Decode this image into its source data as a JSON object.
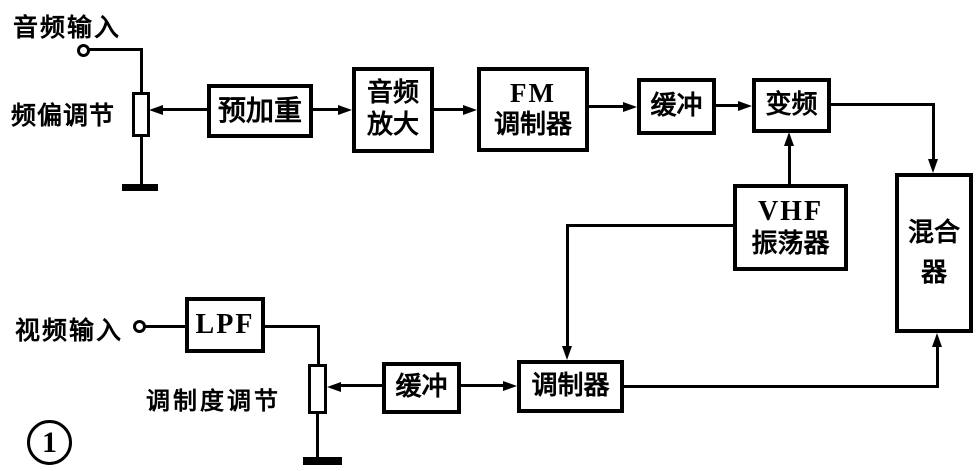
{
  "figure": {
    "badge": "1",
    "labels": {
      "audio_input": "音频输入",
      "deviation_adjust": "频偏调节",
      "video_input": "视频输入",
      "modulation_adjust": "调制度调节"
    },
    "blocks": {
      "preemphasis": "预加重",
      "audio_amp": [
        "音频",
        "放大"
      ],
      "fm_modulator": [
        "FM",
        "调制器"
      ],
      "buffer_top": "缓冲",
      "converter": "变频",
      "vhf_oscillator": [
        "VHF",
        "振荡器"
      ],
      "mixer": [
        "混合",
        "器"
      ],
      "lpf": "LPF",
      "buffer_bottom": "缓冲",
      "modulator": "调制器"
    },
    "colors": {
      "ink": "#000000",
      "paper": "#ffffff"
    }
  }
}
